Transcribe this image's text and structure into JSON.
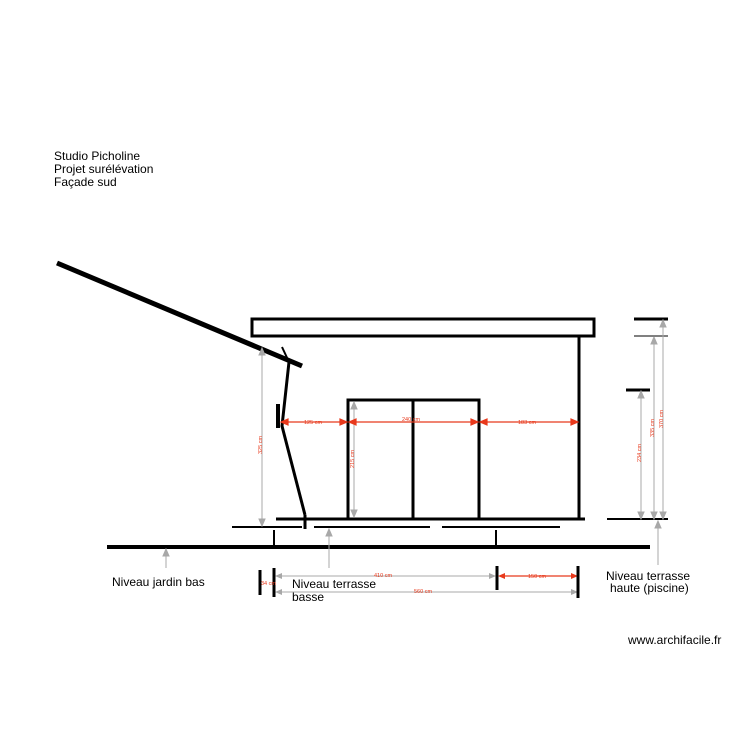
{
  "title_block": {
    "line1": "Studio Picholine",
    "line2": "Projet surélévation",
    "line3": "Façade sud"
  },
  "levels": {
    "jardin_bas": "Niveau jardin bas",
    "terrasse_basse_1": "Niveau terrasse",
    "terrasse_basse_2": "basse",
    "terrasse_haute_1": "Niveau terrasse",
    "terrasse_haute_2": "haute (piscine)"
  },
  "dimensions": {
    "d125": "125 cm",
    "d240": "240 cm",
    "d183": "183 cm",
    "d215": "215 cm",
    "d325": "325 cm",
    "d234": "234 cm",
    "d335": "335 cm",
    "d370": "370 cm",
    "d410": "410 cm",
    "d150": "150 cm",
    "d560": "560 cm",
    "d34": "34 cm"
  },
  "watermark": "www.archifacile.fr",
  "colors": {
    "line": "#000000",
    "dimension_red": "#e8391c",
    "dimension_grey": "#a8a8a8"
  }
}
